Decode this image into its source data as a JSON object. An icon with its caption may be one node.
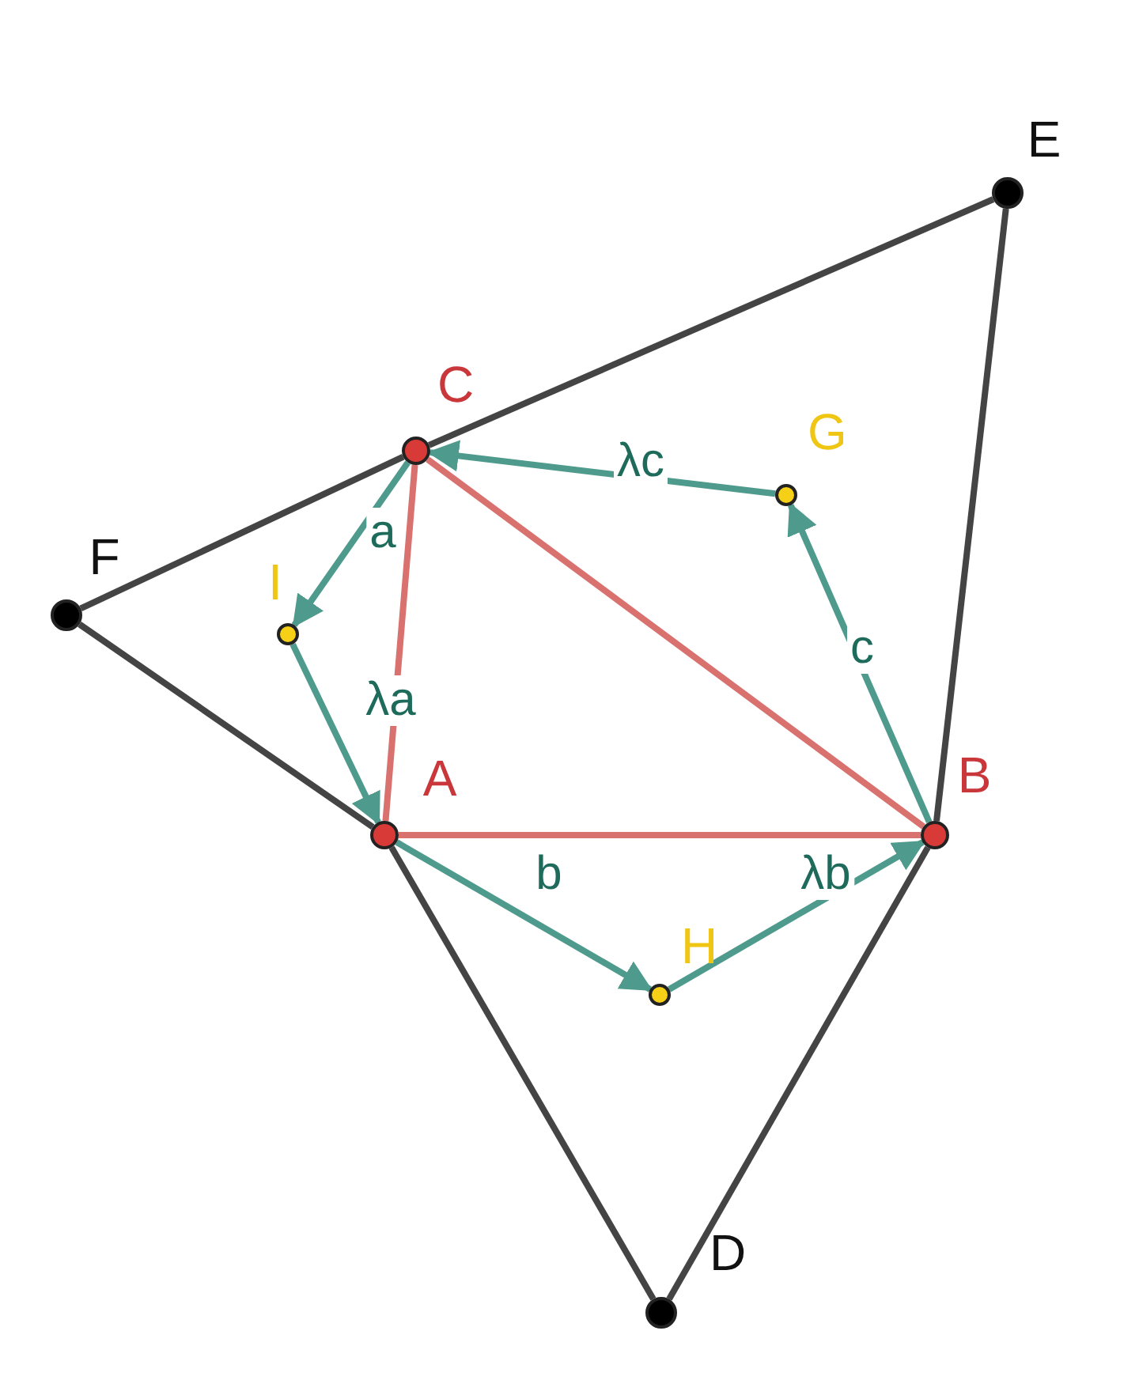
{
  "diagram": {
    "nodes": [
      {
        "text": [
          "A"
        ]
      },
      {
        "text": [
          "B"
        ]
      },
      {
        "text": [
          "C"
        ]
      },
      {
        "text": [
          "D"
        ]
      },
      {
        "text": [
          "E"
        ]
      },
      {
        "text": [
          "F"
        ]
      },
      {
        "text": [
          "G"
        ]
      },
      {
        "text": [
          "H"
        ]
      },
      {
        "text": [
          "I"
        ]
      }
    ],
    "edges": [
      {
        "from": 0,
        "to": 1,
        "arrow": "none",
        "color": "#d9716f"
      },
      {
        "from": 1,
        "to": 2,
        "arrow": "none",
        "color": "#d9716f"
      },
      {
        "from": 2,
        "to": 0,
        "arrow": "none",
        "color": "#d9716f"
      },
      {
        "from": 5,
        "to": 2,
        "arrow": "none"
      },
      {
        "from": 2,
        "to": 4,
        "arrow": "none"
      },
      {
        "from": 4,
        "to": 1,
        "arrow": "none"
      },
      {
        "from": 1,
        "to": 3,
        "arrow": "none"
      },
      {
        "from": 3,
        "to": 0,
        "arrow": "none"
      },
      {
        "from": 0,
        "to": 5,
        "arrow": "none"
      },
      {
        "from": 2,
        "to": 8,
        "arrow": "to",
        "label": "a",
        "color": "#4e9a8c"
      },
      {
        "from": 8,
        "to": 0,
        "arrow": "to",
        "label": "λa",
        "color": "#4e9a8c"
      },
      {
        "from": 0,
        "to": 7,
        "arrow": "to",
        "label": "b",
        "color": "#4e9a8c"
      },
      {
        "from": 7,
        "to": 1,
        "arrow": "to",
        "label": "λb",
        "color": "#4e9a8c"
      },
      {
        "from": 1,
        "to": 6,
        "arrow": "to",
        "label": "c",
        "color": "#4e9a8c"
      },
      {
        "from": 6,
        "to": 2,
        "arrow": "to",
        "label": "λc",
        "color": "#4e9a8c"
      }
    ]
  }
}
